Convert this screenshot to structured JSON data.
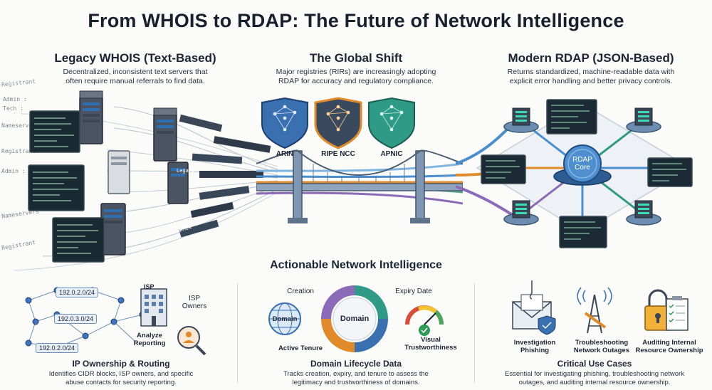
{
  "title": "From WHOIS to RDAP: The Future of Network Intelligence",
  "legacy": {
    "title": "Legacy WHOIS (Text-Based)",
    "desc_line1": "Decentralized, inconsistent text servers that",
    "desc_line2": "often require manual referrals to find data.",
    "fragments": [
      "Registrant",
      "Admin :",
      "Tech :",
      "Nameservers",
      "Registrant",
      "Admin : Tech",
      "Legacy",
      "Admin",
      "ADMIN",
      "Nameservers",
      "Registrant"
    ]
  },
  "shift": {
    "title": "The Global Shift",
    "desc_line1": "Major registries (RIRs) are increasingly adopting",
    "desc_line2": "RDAP for accuracy and regulatory compliance.",
    "rirs": [
      {
        "name": "ARIN",
        "color": "#3a6fb0"
      },
      {
        "name": "RIPE NCC",
        "color": "#e08a2a"
      },
      {
        "name": "APNIC",
        "color": "#2f9a86"
      }
    ]
  },
  "modern": {
    "title": "Modern RDAP (JSON-Based)",
    "desc_line1": "Returns standardized, machine-readable data with",
    "desc_line2": "explicit error handling and better privacy controls.",
    "core_line1": "RDAP",
    "core_line2": "Core"
  },
  "actionable": {
    "title": "Actionable Network Intelligence"
  },
  "ip": {
    "ip1": "192.0.2.0/24",
    "ip2": "192.0.3.0/24",
    "ip3": "192.0.2.0/24",
    "isp_badge": "ISP",
    "isp_owners_line1": "ISP",
    "isp_owners_line2": "Owners",
    "analyze_line1": "Analyze",
    "analyze_line2": "Reporting",
    "title": "IP Ownership & Routing",
    "desc_line1": "Identifies CIDR blocks, ISP owners, and specific",
    "desc_line2": "abuse contacts for security reporting."
  },
  "lifecycle": {
    "creation": "Creation",
    "expiry": "Expiry Date",
    "center": "Domain",
    "globe": "Domain",
    "active": "Active Tenure",
    "visual_line1": "Visual",
    "visual_line2": "Trustworthiness",
    "title": "Domain Lifecycle Data",
    "desc_line1": "Tracks creation, expiry, and tenure to assess the",
    "desc_line2": "legitimacy and trustworthiness of domains."
  },
  "usecases": {
    "phish_line1": "Investigation",
    "phish_line2": "Phishing",
    "outage_line1": "Troubleshooting",
    "outage_line2": "Network Outages",
    "audit_line1": "Auditing Internal",
    "audit_line2": "Resource Ownership",
    "title": "Critical Use Cases",
    "desc_line1": "Essential for investigating phishing, troubleshooting network",
    "desc_line2": "outages, and auditing internal resource ownership."
  }
}
